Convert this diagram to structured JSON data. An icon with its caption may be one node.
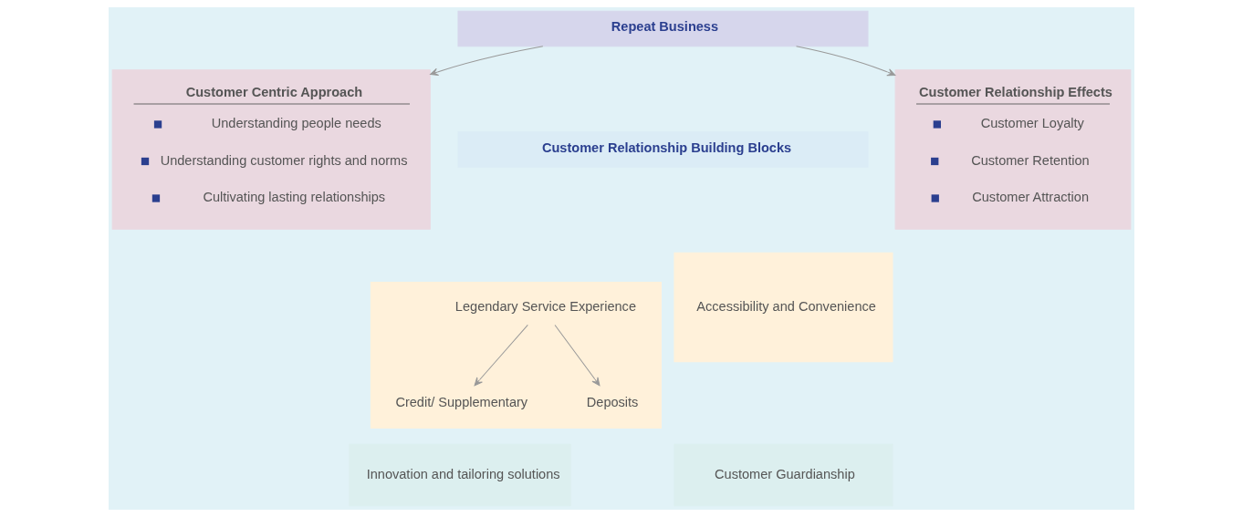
{
  "diagram": {
    "nodes": [
      {
        "text": [
          "Repeat Business"
        ]
      },
      {
        "text": [
          "Customer Centric Approach",
          "Understanding people needs",
          "Understanding customer rights and norms",
          "Cultivating lasting relationships"
        ]
      },
      {
        "text": [
          "Customer Relationship Building Blocks"
        ]
      },
      {
        "text": [],
        "shape": "box"
      },
      {
        "text": [
          "Legendary Service Experience"
        ],
        "in": 3
      },
      {
        "text": [
          "Credit/ Supplementary"
        ],
        "in": 3
      },
      {
        "text": [
          "Deposits"
        ],
        "in": 3
      },
      {
        "text": [
          "Accessibility and Convenience"
        ]
      },
      {
        "text": [
          "Innovation and tailoring solutions"
        ]
      },
      {
        "text": [
          "Customer Guardianship"
        ]
      },
      {
        "text": [
          "Customer Relationship Effects",
          "Customer Loyalty",
          "Customer Retention",
          "Customer Attraction"
        ]
      }
    ],
    "edges": [
      {
        "from": 0,
        "to": 1,
        "arrow": "to"
      },
      {
        "from": 0,
        "to": 10,
        "arrow": "to"
      },
      {
        "from": 4,
        "to": 5,
        "arrow": "to"
      },
      {
        "from": 4,
        "to": 6,
        "arrow": "to"
      }
    ]
  }
}
